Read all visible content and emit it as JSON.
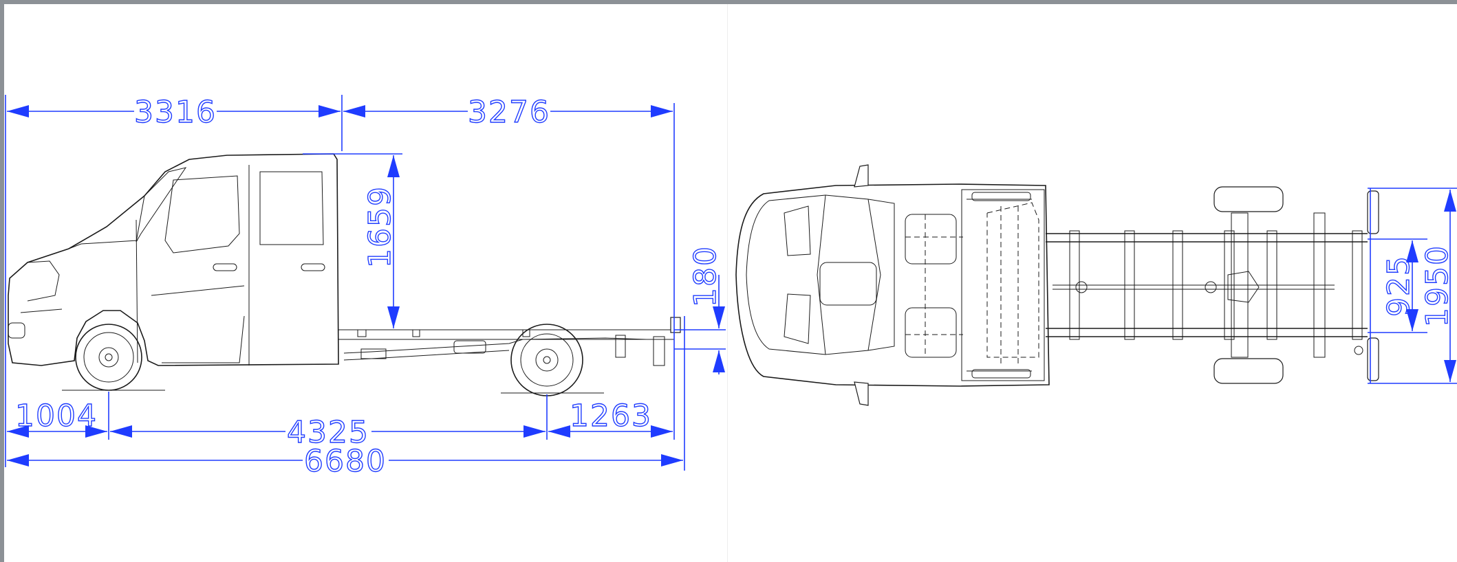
{
  "colors": {
    "dimension": "#1f3cff",
    "vehicle": "#1a1a1a",
    "frame": "#8c9196",
    "background": "#ffffff"
  },
  "side_view": {
    "dims": {
      "cab_length": "3316",
      "body_length": "3276",
      "cab_height": "1659",
      "frame_height": "180",
      "front_overhang": "1004",
      "wheelbase": "4325",
      "rear_overhang": "1263",
      "overall_length": "6680"
    }
  },
  "top_view": {
    "dims": {
      "track_width": "925",
      "overall_width": "1950"
    }
  }
}
